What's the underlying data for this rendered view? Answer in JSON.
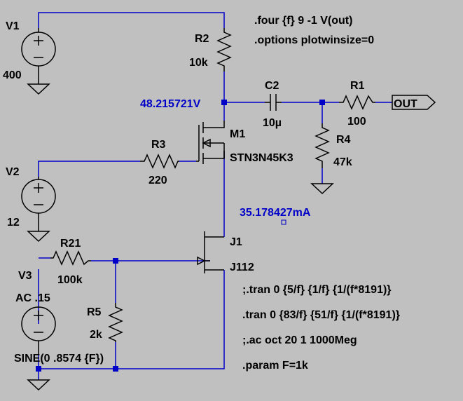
{
  "components": {
    "V1": {
      "name": "V1",
      "value": "400"
    },
    "V2": {
      "name": "V2",
      "value": "12"
    },
    "V3": {
      "name": "V3",
      "value": "AC .15",
      "source": "SINE(0 .8574 {F})"
    },
    "R2": {
      "name": "R2",
      "value": "10k"
    },
    "R3": {
      "name": "R3",
      "value": "220"
    },
    "R21": {
      "name": "R21",
      "value": "100k"
    },
    "R5": {
      "name": "R5",
      "value": "2k"
    },
    "R1": {
      "name": "R1",
      "value": "100"
    },
    "R4": {
      "name": "R4",
      "value": "47k"
    },
    "C2": {
      "name": "C2",
      "value": "10µ"
    },
    "M1": {
      "name": "M1",
      "value": "STN3N45K3"
    },
    "J1": {
      "name": "J1",
      "value": "J112"
    }
  },
  "port": {
    "label": "OUT"
  },
  "operating_point": {
    "voltage": "48.215721V",
    "current": "35.178427mA"
  },
  "directives": {
    "four": ".four {f} 9 -1 V(out)",
    "options": ".options plotwinsize=0",
    "tran_commented": ";.tran 0 {5/f} {1/f} {1/(f*8191)}",
    "tran": ".tran 0 {83/f} {51/f} {1/(f*8191)}",
    "ac_commented": ";.ac oct 20 1 1000Meg",
    "param": ".param F=1k"
  },
  "colors": {
    "wire": "#0000c8",
    "component": "#000000",
    "background": "#c0c0c0"
  }
}
